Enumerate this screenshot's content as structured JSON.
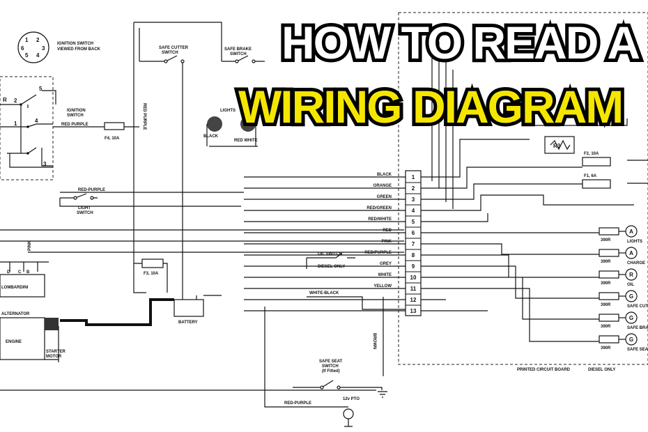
{
  "title": {
    "line1": "HOW TO READ A",
    "line2": "WIRING DIAGRAM"
  },
  "ignition_switch": {
    "label1": "IGNITION SWITCH",
    "label2": "VIEWED FROM BACK",
    "contacts": [
      "1",
      "2",
      "3",
      "4",
      "5",
      "6"
    ],
    "ign_label1": "IGNITION",
    "ign_label2": "SWITCH"
  },
  "left_switch": {
    "nums": [
      "2",
      "5",
      "1",
      "4",
      "3"
    ],
    "letter": "R"
  },
  "fuses": {
    "f4": "F4, 10A",
    "f3": "F3, 10A",
    "f2": "F2, 10A",
    "f1": "F1, 6A"
  },
  "wire_labels": {
    "red_purple_top": "RED PURPLE",
    "red_purple_vert": "RED PURPLE",
    "red_purple_mid": "RED-PURPLE",
    "red_purple_bottom": "RED-PURPLE",
    "white_black": "WHITE-BLACK",
    "brown": "BROWN",
    "pink": "PINK",
    "black_left": "BLACK",
    "red_white_left": "RED WHITE"
  },
  "switches": {
    "safe_cutter": [
      "SAFE CUTTER",
      "SWITCH"
    ],
    "safe_brake": [
      "SAFE BRAKE",
      "SWITCH"
    ],
    "light": [
      "LIGHT",
      "SWITCH"
    ],
    "oil": [
      "OIL SWITCH",
      "DIESEL ONLY"
    ],
    "safe_seat": [
      "SAFE SEAT",
      "SWITCH",
      "(If Fitted)"
    ]
  },
  "lights_label": "LIGHTS",
  "battery_label": "BATTERY",
  "alternator": {
    "title": "LOMBARDINI",
    "label": "ALTERNATOR",
    "terminals": [
      "D",
      "C",
      "B"
    ]
  },
  "engine": {
    "label": "ENGINE",
    "starter1": "STARTER",
    "starter2": "MOTOR"
  },
  "pto_label": "12v PTO",
  "connector": {
    "pins": [
      {
        "num": "1",
        "color": "BLACK"
      },
      {
        "num": "2",
        "color": "ORANGE"
      },
      {
        "num": "3",
        "color": "GREEN"
      },
      {
        "num": "4",
        "color": "RED/GREEN"
      },
      {
        "num": "5",
        "color": "RED/WHITE"
      },
      {
        "num": "6",
        "color": "RED"
      },
      {
        "num": "7",
        "color": "PINK"
      },
      {
        "num": "8",
        "color": "RED/PURPLE"
      },
      {
        "num": "9",
        "color": "GREY"
      },
      {
        "num": "10",
        "color": "WHITE"
      },
      {
        "num": "11",
        "color": "YELLOW"
      },
      {
        "num": "12",
        "color": ""
      },
      {
        "num": "13",
        "color": ""
      }
    ]
  },
  "relay": "R3",
  "indicators": [
    {
      "resistor": "390R",
      "lamp": "A",
      "label": "LIGHTS"
    },
    {
      "resistor": "390R",
      "lamp": "A",
      "label": "CHARGE"
    },
    {
      "resistor": "390R",
      "lamp": "R",
      "label": "OIL"
    },
    {
      "resistor": "390R",
      "lamp": "G",
      "label": "SAFE CUTTER"
    },
    {
      "resistor": "390R",
      "lamp": "G",
      "label": "SAFE BRAKE"
    },
    {
      "resistor": "390R",
      "lamp": "G",
      "label": "SAFE SEAT"
    }
  ],
  "board_label": "PRINTED CIRCUIT BOARD",
  "board_note": "DIESEL ONLY"
}
